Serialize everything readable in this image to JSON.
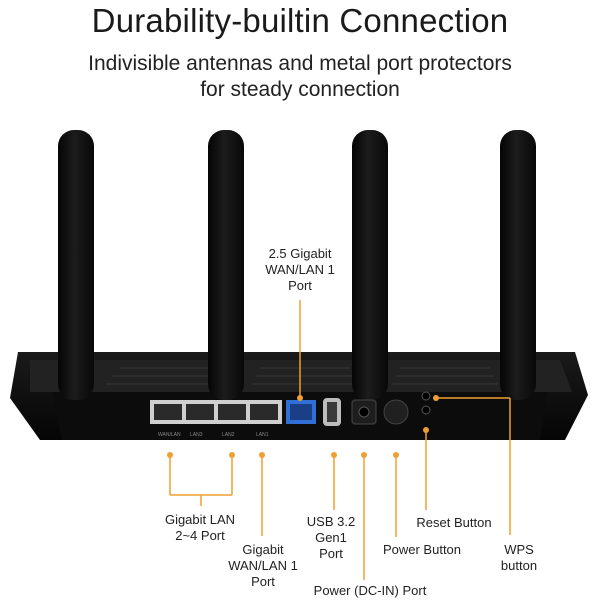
{
  "headline": "Durability-builtin Connection",
  "subheadline": {
    "line1": "Indivisible antennas and metal port protectors",
    "line2": "for steady connection"
  },
  "callouts": {
    "wan_lan_2_5g": {
      "line1": "2.5 Gigabit",
      "line2": "WAN/LAN 1",
      "line3": "Port"
    },
    "gigabit_lan": {
      "line1": "Gigabit LAN",
      "line2": "2~4 Port"
    },
    "gigabit_wan_lan": {
      "line1": "Gigabit",
      "line2": "WAN/LAN 1",
      "line3": "Port"
    },
    "usb": {
      "line1": "USB 3.2",
      "line2": "Gen1",
      "line3": "Port"
    },
    "power_dc_in": {
      "line1": "Power (DC-IN) Port"
    },
    "power_button": {
      "line1": "Power Button"
    },
    "reset_button": {
      "line1": "Reset Button"
    },
    "wps_button": {
      "line1": "WPS",
      "line2": "button"
    }
  },
  "colors": {
    "callout_line": "#f0a030",
    "router_body": "#111111",
    "wan_port": "#2f6fd6"
  }
}
